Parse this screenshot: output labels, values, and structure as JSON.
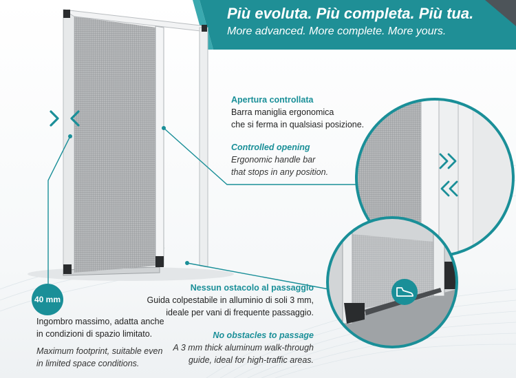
{
  "banner": {
    "headline": "Più evoluta. Più completa. Più tua.",
    "subline": "More advanced. More complete. More yours."
  },
  "colors": {
    "accent": "#1a8f98",
    "banner": "#1f8f96",
    "text": "#222222"
  },
  "opening": {
    "title_it": "Apertura controllata",
    "line1_it": "Barra maniglia ergonomica",
    "line2_it": "che si ferma in qualsiasi posizione.",
    "title_en": "Controlled opening",
    "line1_en": "Ergonomic handle bar",
    "line2_en": "that stops in any position."
  },
  "passage": {
    "title_it": "Nessun ostacolo al passaggio",
    "line1_it": "Guida colpestabile in alluminio di soli 3 mm,",
    "line2_it": "ideale per vani di frequente passaggio.",
    "title_en": "No obstacles to passage",
    "line1_en": "A 3 mm thick aluminum walk-through",
    "line2_en": "guide, ideal for high-traffic areas."
  },
  "footprint": {
    "badge": "40 mm",
    "line1_it": "Ingombro massimo, adatta anche",
    "line2_it": "in condizioni di spazio limitato.",
    "line1_en": "Maximum footprint, suitable even",
    "line2_en": "in limited space conditions."
  },
  "icons": [
    "chevron-right-icon",
    "chevron-left-icon",
    "double-chevron-right-icon",
    "double-chevron-left-icon",
    "shoe-icon"
  ]
}
